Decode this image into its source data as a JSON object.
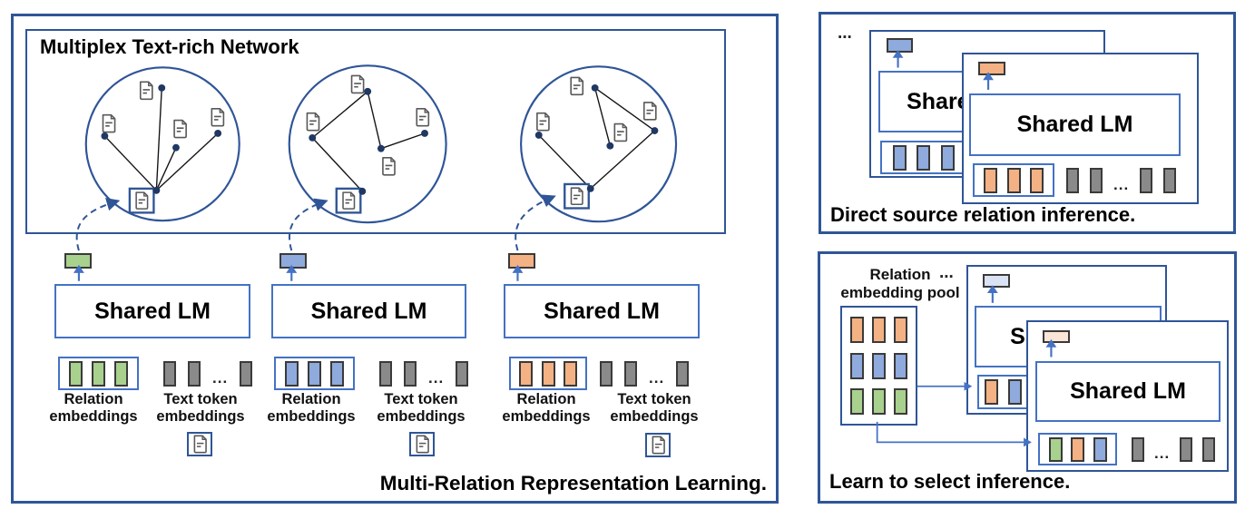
{
  "colors": {
    "panel_border": "#2f5597",
    "box_border": "#4472c4",
    "relation_green": "#a9d18e",
    "relation_blue": "#8faadc",
    "relation_orange": "#f4b183",
    "token_gray": "#8a8a8a",
    "output_light_blue": "#dae3f3",
    "output_light_orange": "#fbe5d6",
    "chip_border": "#3a3a3a",
    "graph_node": "#1f3864"
  },
  "icons": {
    "document": "document-icon",
    "dashed_arrow": "dashed-arrow",
    "up_arrow": "up-arrow"
  },
  "left_panel": {
    "network_title": "Multiplex Text-rich Network",
    "caption": "Multi-Relation Representation Learning.",
    "columns": [
      {
        "lm_label": "Shared LM",
        "relation_label": "Relation\nembeddings",
        "token_label": "Text token\nembeddings",
        "token_dots": "...",
        "relation_color": "green"
      },
      {
        "lm_label": "Shared LM",
        "relation_label": "Relation\nembeddings",
        "token_label": "Text token\nembeddings",
        "token_dots": "...",
        "relation_color": "blue"
      },
      {
        "lm_label": "Shared LM",
        "relation_label": "Relation\nembeddings",
        "token_label": "Text token\nembeddings",
        "token_dots": "...",
        "relation_color": "orange"
      }
    ]
  },
  "direct_inference_panel": {
    "ellipsis": "...",
    "back_card": {
      "lm_label": "Shared LM"
    },
    "front_card": {
      "lm_label": "Shared LM",
      "token_dots": "..."
    },
    "caption": "Direct source relation inference."
  },
  "learn_select_panel": {
    "pool_label": "Relation\nembedding pool",
    "ellipsis": "...",
    "back_card": {
      "lm_label": "Shared LM"
    },
    "front_card": {
      "lm_label": "Shared LM",
      "token_dots": "..."
    },
    "caption": "Learn to select inference."
  }
}
